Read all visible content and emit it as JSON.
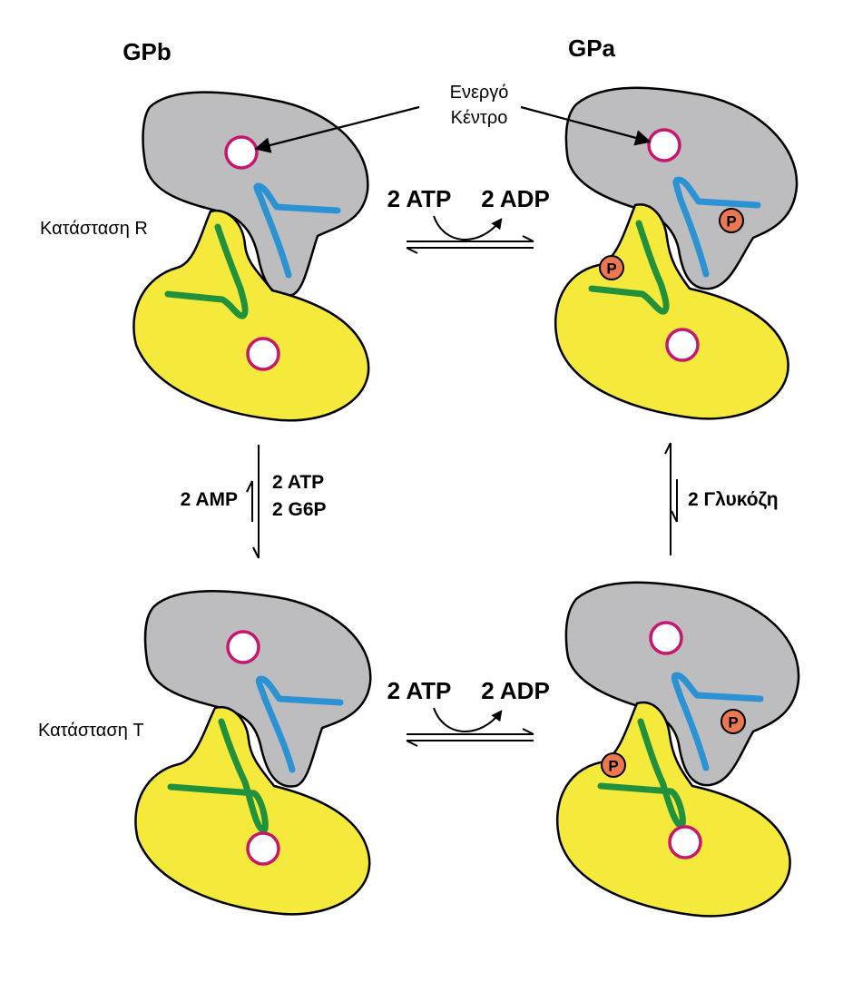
{
  "headers": {
    "left": "GPb",
    "right": "GPa"
  },
  "states": {
    "r": "Κατάσταση R",
    "t": "Κατάσταση T"
  },
  "active_site": {
    "line1": "Ενεργό",
    "line2": "Κέντρο"
  },
  "top_reaction": {
    "left": "2 ATP",
    "right": "2 ADP"
  },
  "bottom_reaction": {
    "left": "2 ATP",
    "right": "2 ADP"
  },
  "left_vertical": {
    "up_label": "2 AMP",
    "down_line1": "2 ATP",
    "down_line2": "2 G6P"
  },
  "right_vertical": {
    "label": "2 Γλυκόζη"
  },
  "phosphate": "P",
  "colors": {
    "gray_domain": "#bdbdbf",
    "yellow_domain": "#f5ea3c",
    "blue_helix": "#2b93d4",
    "green_helix": "#21913d",
    "site_ring": "#c8166f",
    "phosphate_fill": "#ec7850"
  }
}
